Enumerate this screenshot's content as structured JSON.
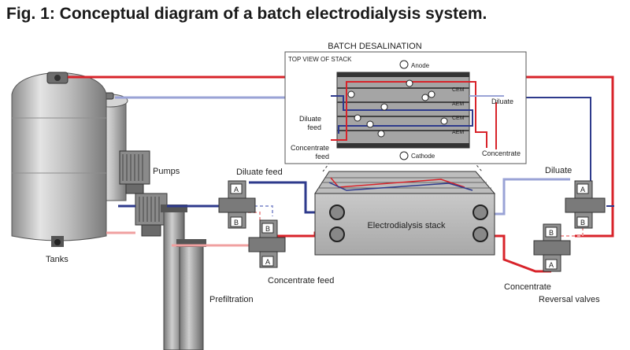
{
  "header": {
    "title": "Fig. 1: Conceptual diagram of a batch electrodialysis system."
  },
  "labels": {
    "batch_desalination": "BATCH DESALINATION",
    "top_view": "TOP VIEW OF STACK",
    "anode": "Anode",
    "cathode": "Cathode",
    "cem": "CEM",
    "aem": "AEM",
    "diluate_feed_inset_1": "Diluate",
    "diluate_feed_inset_2": "feed",
    "concentrate_feed_inset_1": "Concentrate",
    "concentrate_feed_inset_2": "feed",
    "diluate_inset": "Diluate",
    "concentrate_inset": "Concentrate",
    "pumps": "Pumps",
    "tanks": "Tanks",
    "prefiltration": "Prefiltration",
    "diluate_feed": "Diluate feed",
    "concentrate_feed": "Concentrate feed",
    "electrodialysis_stack": "Electrodialysis stack",
    "diluate": "Diluate",
    "concentrate": "Concentrate",
    "reversal_valves": "Reversal valves",
    "valve_a": "A",
    "valve_b": "B"
  },
  "colors": {
    "diluate_dark": "#2e3a8c",
    "diluate_light": "#9aa3d6",
    "concentrate_dark": "#d8232a",
    "concentrate_light": "#f0a0a0",
    "equipment": "#9a9a9a"
  }
}
